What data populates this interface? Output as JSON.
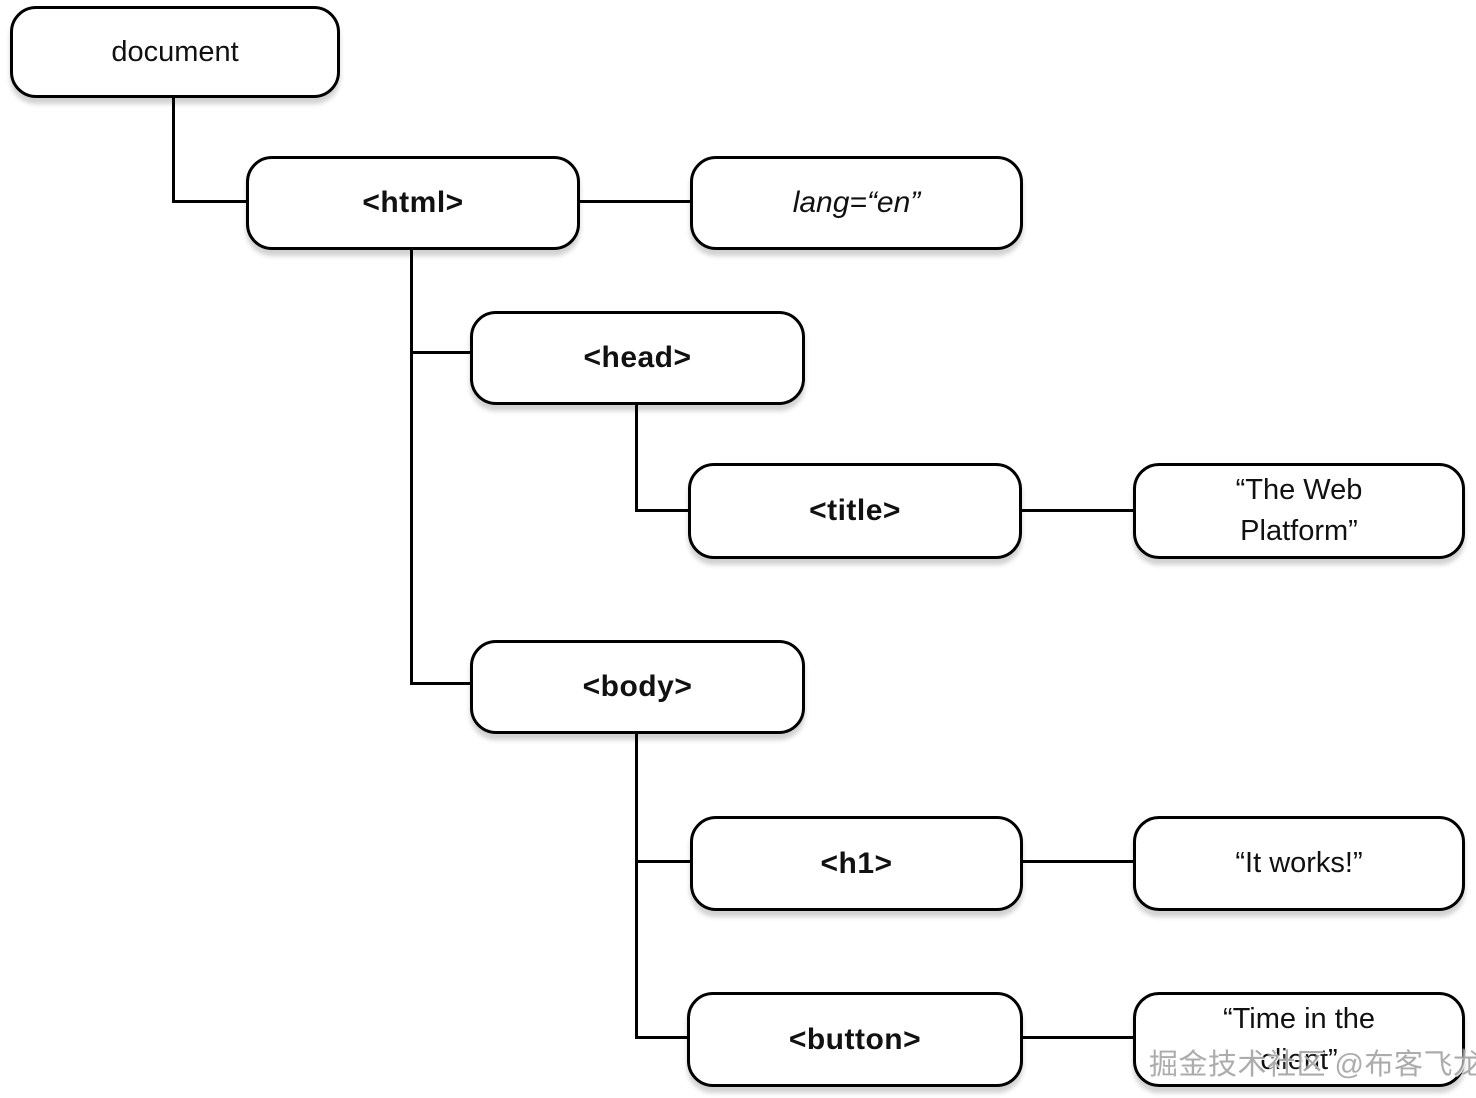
{
  "diagram": {
    "type": "dom-tree",
    "nodes": {
      "document": {
        "label": "document"
      },
      "html": {
        "label": "<html>"
      },
      "lang": {
        "label": "lang=“en”"
      },
      "head": {
        "label": "<head>"
      },
      "title": {
        "label": "<title>"
      },
      "title_text": {
        "label": "“The Web Platform”"
      },
      "body": {
        "label": "<body>"
      },
      "h1": {
        "label": "<h1>"
      },
      "h1_text": {
        "label": "“It works!”"
      },
      "button": {
        "label": "<button>"
      },
      "button_text": {
        "label": "“Time in the client”"
      }
    },
    "edges": [
      "document-html",
      "html-lang",
      "html-head",
      "html-body",
      "head-title",
      "title-text",
      "body-h1",
      "h1-text",
      "body-button",
      "button-text"
    ],
    "watermark": "掘金技术社区 @布客飞龙",
    "colors": {
      "box_fill": "#ffffff",
      "box_border": "#000000",
      "text": "#111111",
      "line": "#000000",
      "watermark": "#9e9e9e"
    }
  }
}
